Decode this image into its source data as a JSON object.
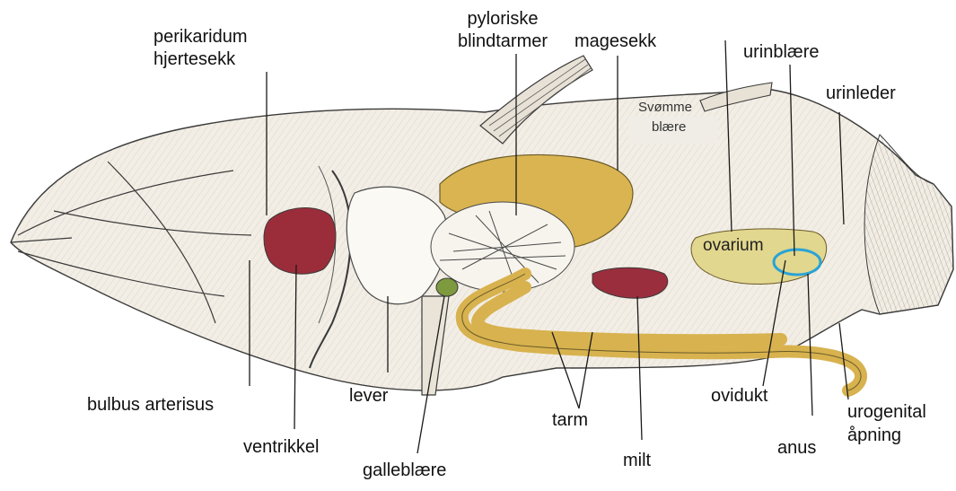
{
  "labels": {
    "perikaridum": "perikaridum",
    "hjertesekk": "hjertesekk",
    "pyloriske": "pyloriske",
    "blindtarmer": "blindtarmer",
    "magesekk": "magesekk",
    "urinblaere": "urinblære",
    "urinleder": "urinleder",
    "svomme": "Svømme",
    "blaere": "blære",
    "ovarium": "ovarium",
    "bulbus_arterisus": "bulbus arterisus",
    "ventrikkel": "ventrikkel",
    "lever": "lever",
    "galleblaere": "galleblære",
    "tarm": "tarm",
    "milt": "milt",
    "ovidukt": "ovidukt",
    "anus": "anus",
    "urogenital": "urogenital",
    "apning": "åpning"
  },
  "colors": {
    "heart": "#9b2d3a",
    "spleen": "#9a2e3d",
    "stomach": "#d9b450",
    "intestine": "#d7b24e",
    "ovary": "#e2d78e",
    "gallbladder": "#7d9a3e",
    "highlight_ring": "#2aa3d6",
    "sketch": "#3a3a3a"
  }
}
